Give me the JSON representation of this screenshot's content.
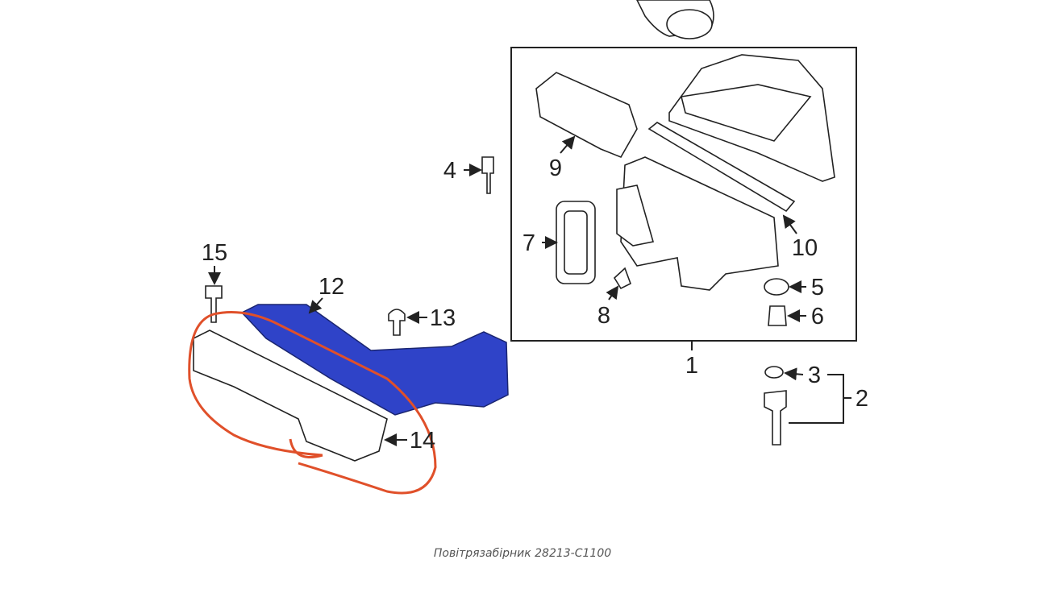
{
  "diagram": {
    "callouts": {
      "c1": "1",
      "c2": "2",
      "c3": "3",
      "c4": "4",
      "c5": "5",
      "c6": "6",
      "c7": "7",
      "c8": "8",
      "c9": "9",
      "c10": "10",
      "c12": "12",
      "c13": "13",
      "c14": "14",
      "c15": "15"
    },
    "highlight_color": "#2f43c8",
    "annotation_color": "#e0502a"
  },
  "caption": "Повітрязабірник 28213-C1100"
}
